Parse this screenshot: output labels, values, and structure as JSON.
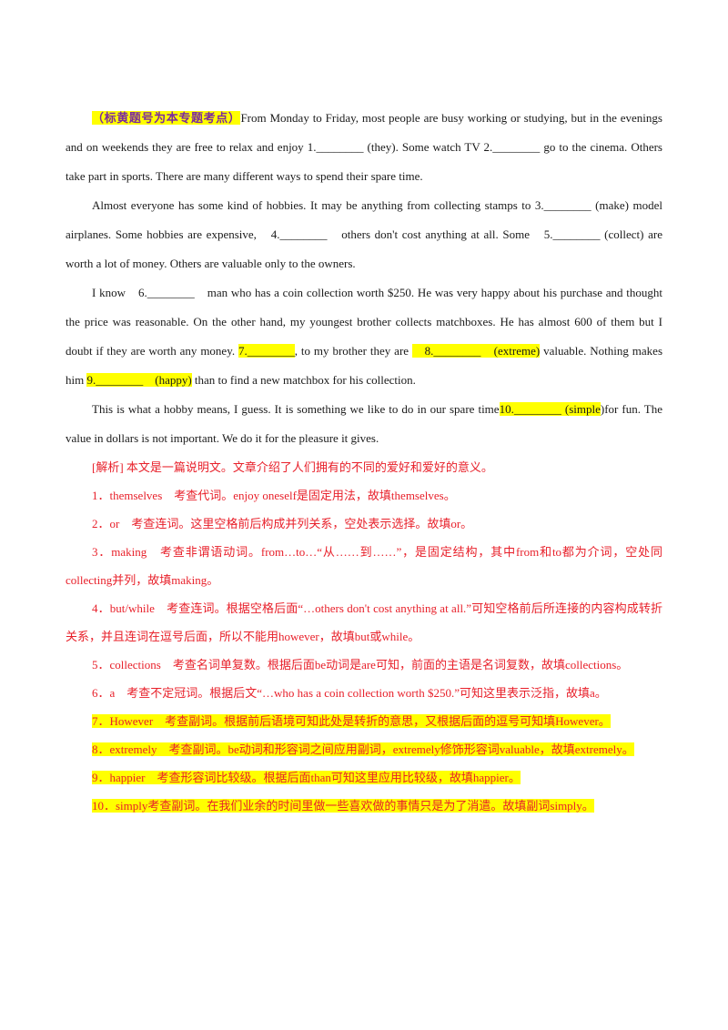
{
  "passage": {
    "tag": "（标黄题号为本专题考点）",
    "p1": "From Monday to Friday, most people are busy working or studying, but in the evenings and on weekends they are free to relax and enjoy 1.________ (they). Some watch TV 2.________ go to the cinema. Others take part in sports. There are many different ways to spend their spare time.",
    "p2": "Almost everyone has some kind of hobbies. It may be anything from collecting stamps to 3.________ (make) model airplanes. Some hobbies are expensive,　4.________　others don't cost anything at all. Some　5.________ (collect) are worth a lot of money. Others are valuable only to the owners.",
    "p3": {
      "a": "I know　6.________　man who has a coin collection worth $250. He was very happy about his purchase and thought the price was reasonable. On the other hand, my youngest brother collects matchboxes. He has almost 600 of them but I doubt if they are worth any money. ",
      "b7": "7.________",
      "c": ", to my brother they are ",
      "b8": "　8.________　(extreme)",
      "d": " valuable. Nothing makes him ",
      "b9": "9.________　(happy)",
      "e": " than to find a new matchbox for his collection."
    },
    "p4": {
      "a": "This is what a hobby means, I guess. It is something we like to do in our spare time",
      "b10": "10.________ (simple",
      "c": ")for fun. The value in dollars is not important. We do it for the pleasure it gives."
    }
  },
  "analysis": {
    "intro": "[解析] 本文是一篇说明文。文章介绍了人们拥有的不同的爱好和爱好的意义。",
    "items": [
      "1．themselves　考查代词。enjoy oneself是固定用法，故填themselves。",
      "2．or　考查连词。这里空格前后构成并列关系，空处表示选择。故填or。",
      "3．making　考查非谓语动词。from…to…“从……到……”，是固定结构，其中from和to都为介词，空处同collecting并列，故填making。",
      "4．but/while　考查连词。根据空格后面“…others don't cost anything at all.”可知空格前后所连接的内容构成转折关系，并且连词在逗号后面，所以不能用however，故填but或while。",
      "5．collections　考查名词单复数。根据后面be动词是are可知，前面的主语是名词复数，故填collections。",
      "6．a　考查不定冠词。根据后文“…who has a coin collection worth $250.”可知这里表示泛指，故填a。",
      "7．However　考查副词。根据前后语境可知此处是转折的意思，又根据后面的逗号可知填However。",
      "8．extremely　考查副词。be动词和形容词之间应用副词，extremely修饰形容词valuable，故填extremely。",
      "9．happier　考查形容词比较级。根据后面than可知这里应用比较级，故填happier。",
      "10．simply考查副词。在我们业余的时间里做一些喜欢做的事情只是为了消遣。故填副词simply。"
    ]
  },
  "colors": {
    "highlight": "#ffff00",
    "answer_red": "#e8202a",
    "tag_purple": "#7a2aa0"
  }
}
